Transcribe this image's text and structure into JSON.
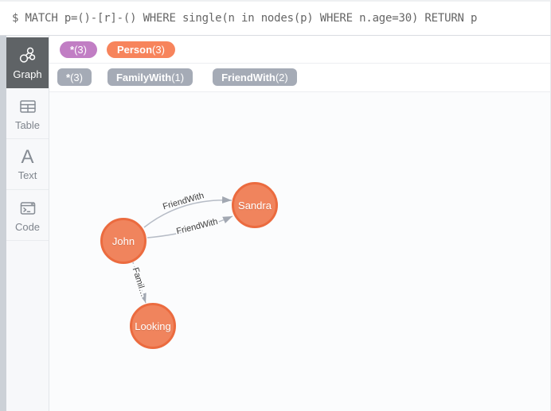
{
  "query_bar": {
    "text": "$ MATCH p=()-[r]-() WHERE single(n in nodes(p) WHERE n.age=30) RETURN p"
  },
  "sidebar": {
    "tabs": [
      {
        "label": "Graph",
        "icon": "graph-icon",
        "active": true
      },
      {
        "label": "Table",
        "icon": "table-icon",
        "active": false
      },
      {
        "label": "Text",
        "icon": "text-icon",
        "active": false,
        "icon_glyph": "A"
      },
      {
        "label": "Code",
        "icon": "code-icon",
        "active": false
      }
    ]
  },
  "node_label_badges": [
    {
      "name": "*",
      "count": "(3)",
      "color": "#c17ec4"
    },
    {
      "name": "Person",
      "count": "(3)",
      "color": "#f7845c"
    }
  ],
  "relationship_badges": [
    {
      "name": "*",
      "count": "(3)"
    },
    {
      "name": "FamilyWith",
      "count": "(1)"
    },
    {
      "name": "FriendWith",
      "count": "(2)"
    }
  ],
  "graph": {
    "nodes": [
      {
        "label": "John"
      },
      {
        "label": "Sandra"
      },
      {
        "label": "Looking"
      }
    ],
    "edges": [
      {
        "label": "FriendWith",
        "from": "John",
        "to": "Sandra"
      },
      {
        "label": "FriendWith",
        "from": "John",
        "to": "Sandra"
      },
      {
        "label": "Famil…",
        "from": "John",
        "to": "Looking"
      }
    ]
  },
  "theme": {
    "purple": "#c17ec4",
    "orange": "#f7845c",
    "gray_badge": "#a5abb6",
    "node_fill": "#f0845d",
    "node_border": "#eb6b3f",
    "edge": "#b6bcc6",
    "arrow": "#a2a8b2",
    "active_tab_bg": "#5f6366",
    "tab_fg": "#7f858d",
    "icon_fg": "#868c94",
    "query_fg": "#666666",
    "edge_label_fg": "#3c3c3c",
    "panel_bg": "#fbfcfd",
    "sidebar_bg": "#f7f8fa",
    "strip_bg": "#ccd1d7"
  }
}
